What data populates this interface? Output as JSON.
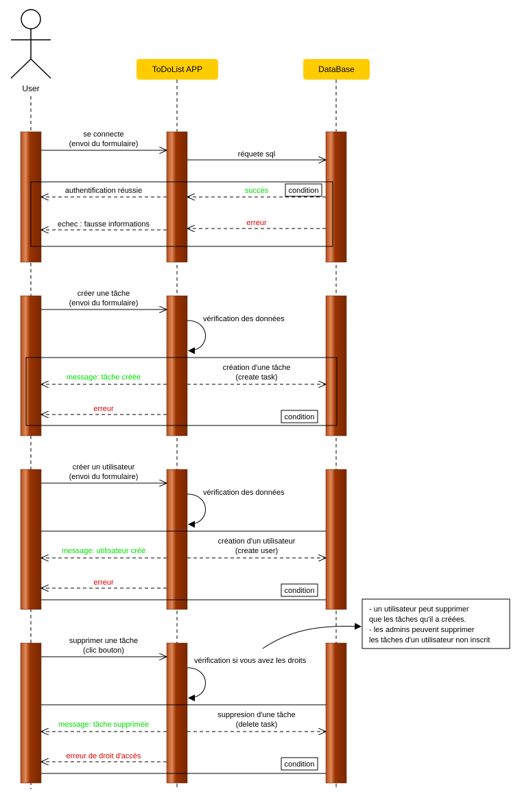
{
  "participants": {
    "user": "User",
    "app": "ToDoList APP",
    "db": "DataBase"
  },
  "colors": {
    "participant_fill": "#FFCC00",
    "activation_fill": "#993300",
    "success_text": "#00DD00",
    "error_text": "#E00000",
    "line": "#000000"
  },
  "section1": {
    "msg_connect_line1": "se connecte",
    "msg_connect_line2": "(envoi du formulaire)",
    "msg_sql": "réquete sql",
    "msg_success": "succès",
    "msg_auth_ok": "authentification réussie",
    "msg_error": "erreur",
    "msg_fail": "echec : fausse informations",
    "condition": "condition"
  },
  "section2": {
    "msg_create_line1": "créer une tâche",
    "msg_create_line2": "(envoi du formulaire)",
    "msg_verify": "vérification des données",
    "msg_db_line1": "création d'une tâche",
    "msg_db_line2": "(create task)",
    "msg_success": "message: tâche créée",
    "msg_error": "erreur",
    "condition": "condition"
  },
  "section3": {
    "msg_create_line1": "créer un utilisateur",
    "msg_create_line2": "(envoi du formulaire)",
    "msg_verify": "vérification des données",
    "msg_db_line1": "création d'un utilisateur",
    "msg_db_line2": "(create user)",
    "msg_success": "message: utilisateur créé",
    "msg_error": "erreur",
    "condition": "condition"
  },
  "section4": {
    "msg_delete_line1": "supprimer une tâche",
    "msg_delete_line2": "(clic bouton)",
    "msg_verify": "vérification si vous avez les droits",
    "msg_db_line1": "suppresion d'une tâche",
    "msg_db_line2": "(delete task)",
    "msg_success": "message: tâche supprimée",
    "msg_error": "erreur de droit d'accès",
    "condition": "condition"
  },
  "note": {
    "line1": "- un utilisateur peut supprimer",
    "line2": "que les tâches qu'il a créées.",
    "line3": "- les admins peuvent supprimer",
    "line4": "les tâches d'un utilisateur non inscrit"
  }
}
